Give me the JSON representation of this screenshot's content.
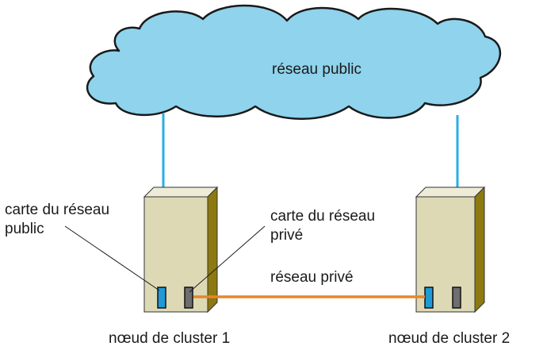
{
  "cloud": {
    "label": "réseau public"
  },
  "labels": {
    "public_card": [
      "carte du réseau",
      "public"
    ],
    "private_card": [
      "carte du réseau",
      "privé"
    ],
    "private_network": "réseau privé"
  },
  "nodes": [
    {
      "label": "nœud de cluster 1"
    },
    {
      "label": "nœud de cluster 2"
    }
  ],
  "colors": {
    "cloud_fill": "#8fd3ec",
    "cloud_stroke": "#1a1a1a",
    "public_link": "#29aee6",
    "private_link": "#e8862b",
    "server_front": "#dcd9b4",
    "server_top": "#eeecd7",
    "server_side": "#8c7a10",
    "public_port": "#1f9ad6",
    "private_port": "#6e6e6e"
  }
}
